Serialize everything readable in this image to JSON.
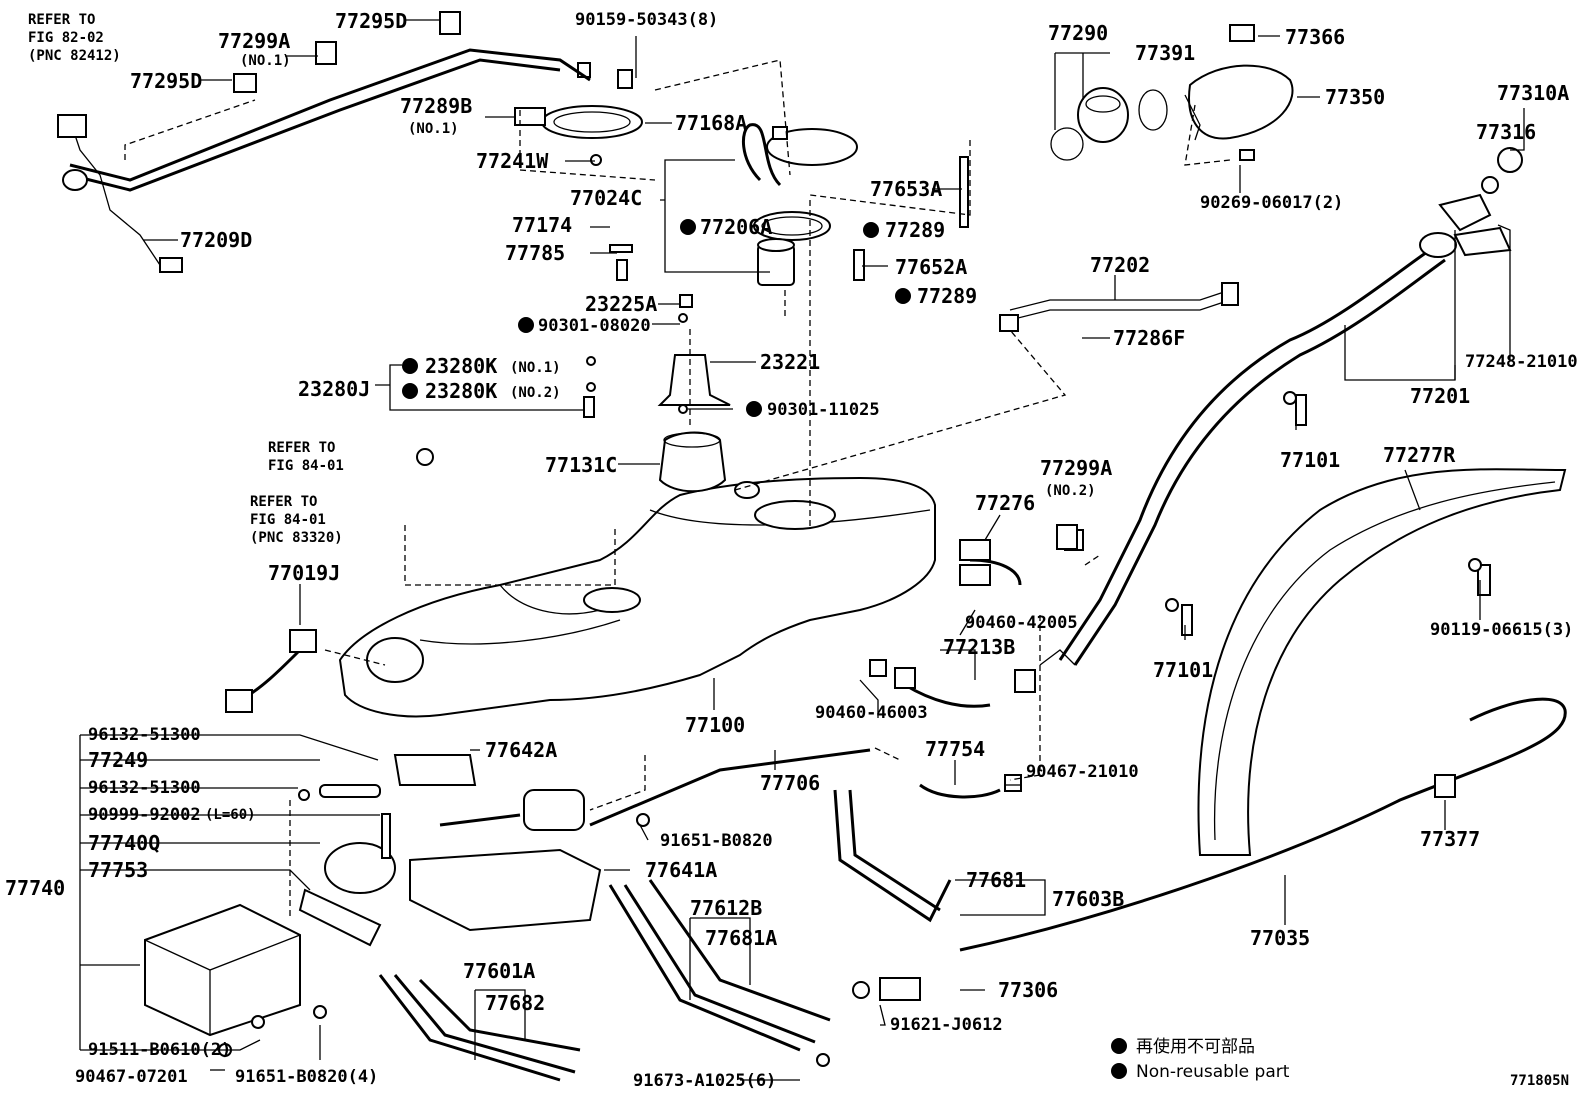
{
  "figure_id": "771805N",
  "legend": {
    "line1": "再使用不可部品",
    "line2": "Non-reusable part"
  },
  "refs": {
    "r1": {
      "l1": "REFER TO",
      "l2": "FIG 82-02",
      "l3": "(PNC 82412)"
    },
    "r2": {
      "l1": "REFER TO",
      "l2": "FIG 84-01"
    },
    "r3": {
      "l1": "REFER TO",
      "l2": "FIG 84-01",
      "l3": "(PNC 83320)"
    }
  },
  "labels": {
    "p77295D_a": "77295D",
    "p77299A_1": "77299A",
    "p77299A_1n": "(NO.1)",
    "p77295D_b": "77295D",
    "p90159": "90159-50343(8)",
    "p77289B": "77289B",
    "p77289B_n": "(NO.1)",
    "p77168A": "77168A",
    "p77241W": "77241W",
    "p77024C": "77024C",
    "p77174": "77174",
    "p77206A": "77206A",
    "p77785": "77785",
    "p77653A": "77653A",
    "p77289_1": "77289",
    "p77652A": "77652A",
    "p77289_2": "77289",
    "p77209D": "77209D",
    "p23225A": "23225A",
    "p90301_08020": "90301-08020",
    "p23221": "23221",
    "p23280J": "23280J",
    "p23280K_1": "23280K",
    "p23280K_1n": "(NO.1)",
    "p23280K_2": "23280K",
    "p23280K_2n": "(NO.2)",
    "p90301_11025": "90301-11025",
    "p77131C": "77131C",
    "p77290": "77290",
    "p77391": "77391",
    "p77366": "77366",
    "p77350": "77350",
    "p77310A": "77310A",
    "p77316": "77316",
    "p90269": "90269-06017(2)",
    "p77202": "77202",
    "p77286F": "77286F",
    "p77248": "77248-21010",
    "p77201": "77201",
    "p77101_a": "77101",
    "p77277R": "77277R",
    "p77299A_2": "77299A",
    "p77299A_2n": "(NO.2)",
    "p77276": "77276",
    "p90460_42005": "90460-42005",
    "p77213B": "77213B",
    "p77101_b": "77101",
    "p90119": "90119-06615(3)",
    "p77019J": "77019J",
    "p77100": "77100",
    "p90460_46003": "90460-46003",
    "p77754": "77754",
    "p90467_21010": "90467-21010",
    "p96132_a": "96132-51300",
    "p77249": "77249",
    "p96132_b": "96132-51300",
    "p90999": "90999-92002",
    "p90999n": "(L=60)",
    "p77740Q": "77740Q",
    "p77753": "77753",
    "p77740": "77740",
    "p91511": "91511-B0610(2)",
    "p90467_07201": "90467-07201",
    "p91651_4": "91651-B0820(4)",
    "p77642A": "77642A",
    "p77706": "77706",
    "p91651": "91651-B0820",
    "p77641A": "77641A",
    "p77612B": "77612B",
    "p77681A": "77681A",
    "p77601A": "77601A",
    "p77682": "77682",
    "p91673": "91673-A1025(6)",
    "p77681": "77681",
    "p77603B": "77603B",
    "p77306": "77306",
    "p91621": "91621-J0612",
    "p77035": "77035",
    "p77377": "77377"
  }
}
